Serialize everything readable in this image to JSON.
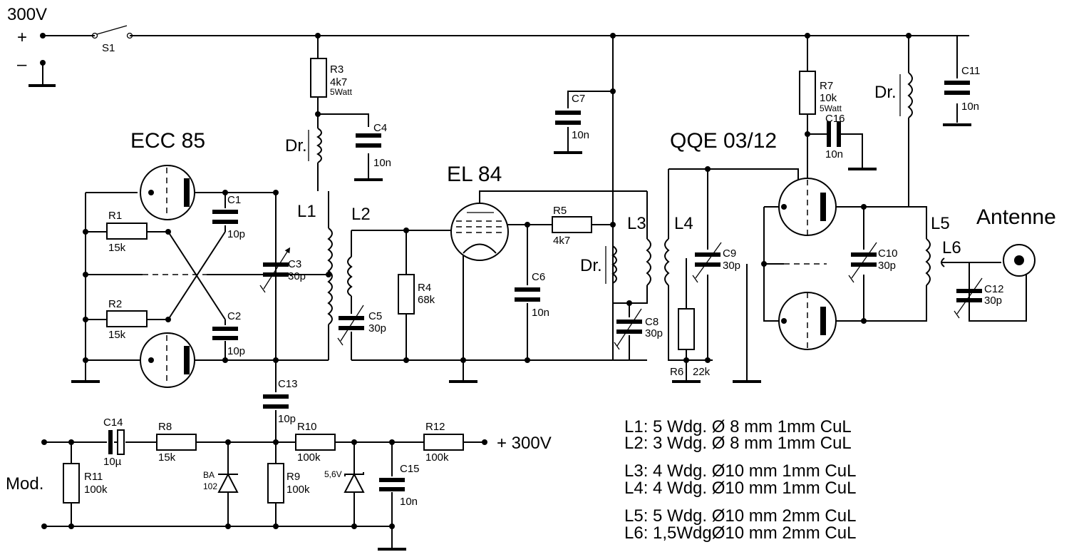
{
  "supply": {
    "label": "300V",
    "plus": "+",
    "minus": "–",
    "out": "+ 300V"
  },
  "tubes": {
    "ecc85": "ECC 85",
    "el84": "EL 84",
    "qqe": "QQE 03/12"
  },
  "antenna": "Antenne",
  "mod": "Mod.",
  "labels": {
    "s1": "S1",
    "r1": "R1",
    "r1v": "15k",
    "r2": "R2",
    "r2v": "15k",
    "r3": "R3",
    "r3v": "4k7",
    "r3w": "5Watt",
    "r4": "R4",
    "r4v": "68k",
    "r5": "R5",
    "r5v": "4k7",
    "r6": "R6",
    "r6v": "22k",
    "r7": "R7",
    "r7v": "10k",
    "r7w": "5Watt",
    "r8": "R8",
    "r8v": "15k",
    "r9": "R9",
    "r9v": "100k",
    "r10": "R10",
    "r10v": "100k",
    "r11": "R11",
    "r11v": "100k",
    "r12": "R12",
    "r12v": "100k",
    "c1": "C1",
    "c1v": "10p",
    "c2": "C2",
    "c2v": "10p",
    "c3": "C3",
    "c3v": "30p",
    "c4": "C4",
    "c4v": "10n",
    "c5": "C5",
    "c5v": "30p",
    "c6": "C6",
    "c6v": "10n",
    "c7": "C7",
    "c7v": "10n",
    "c8": "C8",
    "c8v": "30p",
    "c9": "C9",
    "c9v": "30p",
    "c10": "C10",
    "c10v": "30p",
    "c11": "C11",
    "c11v": "10n",
    "c12": "C12",
    "c12v": "30p",
    "c13": "C13",
    "c13v": "10p",
    "c14": "C14",
    "c14v": "10µ",
    "c15": "C15",
    "c15v": "10n",
    "c16": "C16",
    "c16v": "10n",
    "l1": "L1",
    "l2": "L2",
    "l3": "L3",
    "l4": "L4",
    "l5": "L5",
    "l6": "L6",
    "dr": "Dr.",
    "ba": "BA",
    "ba2": "102",
    "zener": "5,6V"
  },
  "coils": [
    "L1: 5 Wdg. Ø 8 mm  1mm CuL",
    "L2: 3 Wdg. Ø 8 mm  1mm CuL",
    "L3: 4 Wdg. Ø10 mm  1mm CuL",
    "L4: 4 Wdg. Ø10 mm  1mm CuL",
    "L5: 5 Wdg. Ø10 mm  2mm CuL",
    "L6: 1,5WdgØ10 mm  2mm CuL"
  ]
}
